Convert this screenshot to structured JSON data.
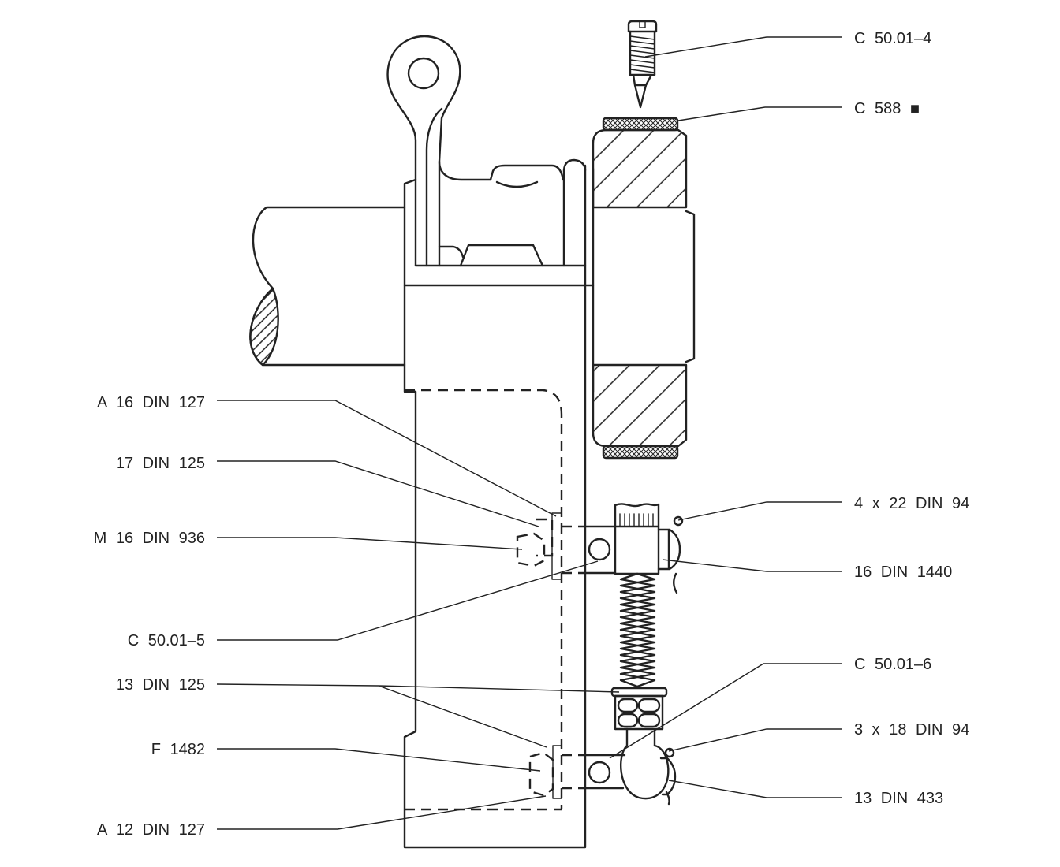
{
  "colors": {
    "ink": "#222222",
    "paper": "#ffffff"
  },
  "callouts": {
    "left": [
      "A 16 DIN 127",
      "17 DIN 125",
      "M 16 DIN 936",
      "C 50.01–5",
      "13 DIN 125",
      "F 1482",
      "A 12 DIN 127"
    ],
    "right": [
      "C 50.01–4",
      "C 588 ■",
      "4 x 22 DIN 94",
      "16 DIN 1440",
      "C 50.01–6",
      "3 x 18 DIN 94",
      "13 DIN 433"
    ]
  }
}
